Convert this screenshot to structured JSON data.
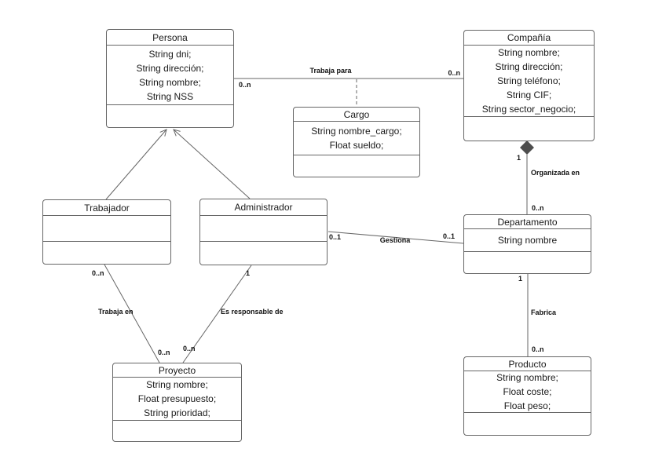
{
  "diagram": {
    "classes": {
      "persona": {
        "title": "Persona",
        "attributes": [
          "String dni;",
          "String dirección;",
          "String nombre;",
          "String NSS"
        ]
      },
      "compania": {
        "title": "Compañía",
        "attributes": [
          "String nombre;",
          "String dirección;",
          "String teléfono;",
          "String CIF;",
          "String sector_negocio;"
        ]
      },
      "cargo": {
        "title": "Cargo",
        "attributes": [
          "String nombre_cargo;",
          "Float sueldo;"
        ]
      },
      "trabajador": {
        "title": "Trabajador",
        "attributes": []
      },
      "administrador": {
        "title": "Administrador",
        "attributes": []
      },
      "departamento": {
        "title": "Departamento",
        "attributes": [
          "String nombre"
        ]
      },
      "proyecto": {
        "title": "Proyecto",
        "attributes": [
          "String nombre;",
          "Float presupuesto;",
          "String prioridad;"
        ]
      },
      "producto": {
        "title": "Producto",
        "attributes": [
          "String nombre;",
          "Float coste;",
          "Float peso;"
        ]
      }
    },
    "edges": {
      "trabaja_para": {
        "label": "Trabaja para",
        "mult_persona": "0..n",
        "mult_compania": "0..n"
      },
      "organizada_en": {
        "label": "Organizada en",
        "mult_compania": "1",
        "mult_departamento": "0..n"
      },
      "gestiona": {
        "label": "Gestiona",
        "mult_administrador": "0..1",
        "mult_departamento": "0..1"
      },
      "trabaja_en": {
        "label": "Trabaja en",
        "mult_trabajador": "0..n",
        "mult_proyecto": "0..n"
      },
      "es_responsable": {
        "label": "Es responsable de",
        "mult_administrador": "1",
        "mult_proyecto": "0..n"
      },
      "fabrica": {
        "label": "Fabrica",
        "mult_departamento": "1",
        "mult_producto": "0..n"
      }
    },
    "colors": {
      "line": "#666666",
      "diamond": "#4d4d4d"
    }
  }
}
